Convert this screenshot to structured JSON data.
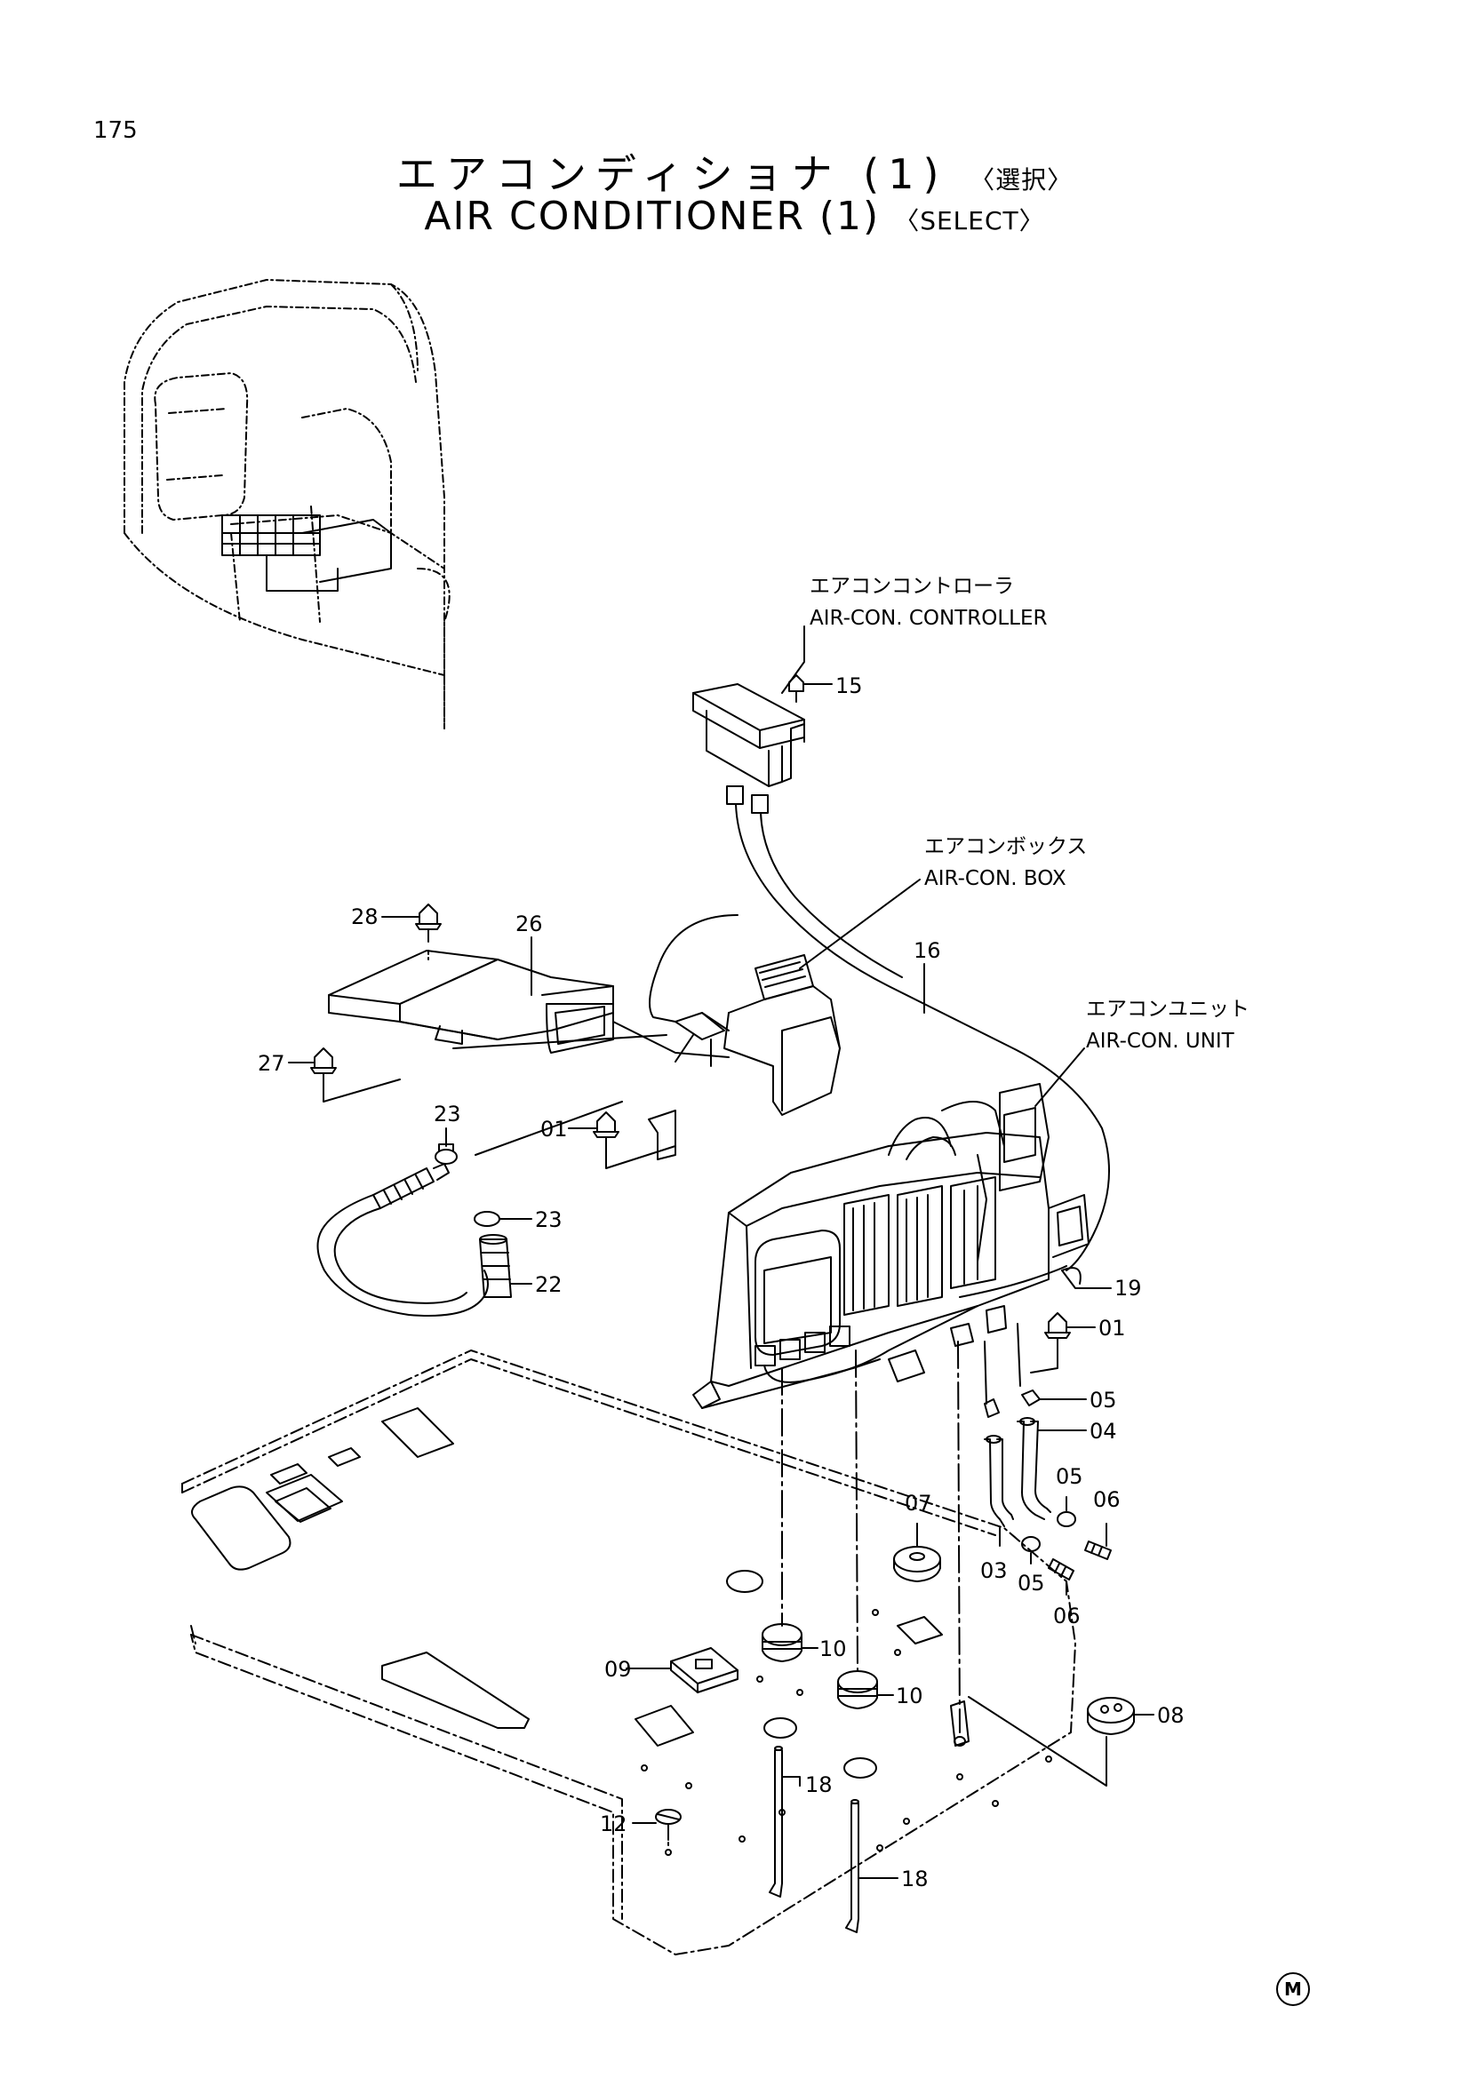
{
  "page_number": "175",
  "title": {
    "jp": "エアコンディショナ (1)",
    "jp_select": "〈選択〉",
    "en": "AIR CONDITIONER (1)",
    "en_select": "〈SELECT〉"
  },
  "callouts": {
    "controller_jp": "エアコンコントローラ",
    "controller_en": "AIR-CON. CONTROLLER",
    "box_jp": "エアコンボックス",
    "box_en": "AIR-CON. BOX",
    "unit_jp": "エアコンユニット",
    "unit_en": "AIR-CON. UNIT"
  },
  "part_labels": {
    "p15": "15",
    "p28": "28",
    "p26": "26",
    "p16": "16",
    "p27": "27",
    "p23a": "23",
    "p01a": "01",
    "p23b": "23",
    "p22": "22",
    "p19": "19",
    "p01b": "01",
    "p05a": "05",
    "p04": "04",
    "p05b": "05",
    "p06a": "06",
    "p07": "07",
    "p03": "03",
    "p05c": "05",
    "p06b": "06",
    "p09": "09",
    "p10a": "10",
    "p10b": "10",
    "p08": "08",
    "p18a": "18",
    "p12": "12",
    "p18b": "18"
  },
  "mark": "M"
}
